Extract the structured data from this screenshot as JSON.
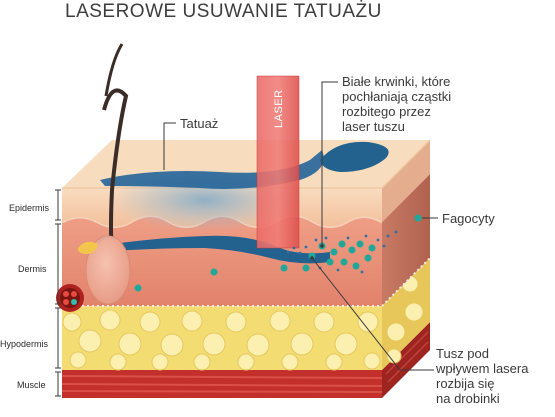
{
  "title": "LASEROWE USUWANIE TATUAŻU",
  "laser_label": "LASER",
  "callouts": {
    "tattoo": "Tatuaż",
    "white_cells": [
      "Białe krwinki, które",
      "pochłaniają cząstki",
      "rozbitego przez",
      "laser tuszu"
    ],
    "phagocytes": "Fagocyty",
    "ink_breaks": [
      "Tusz pod",
      "wpływem lasera",
      "rozbija się",
      "na drobinki"
    ]
  },
  "layers": {
    "epidermis": "Epidermis",
    "dermis": "Dermis",
    "hypodermis": "Hypodermis",
    "muscle": "Muscle"
  },
  "colors": {
    "skin_top": "#f7d9b9",
    "epidermis": "#f3c6a2",
    "dermis": "#e9927c",
    "fat": "#f4e27a",
    "muscle": "#c9302c",
    "ink": "#23618f",
    "laser": "#e24d4d",
    "phagocyte": "#1fa79a"
  }
}
